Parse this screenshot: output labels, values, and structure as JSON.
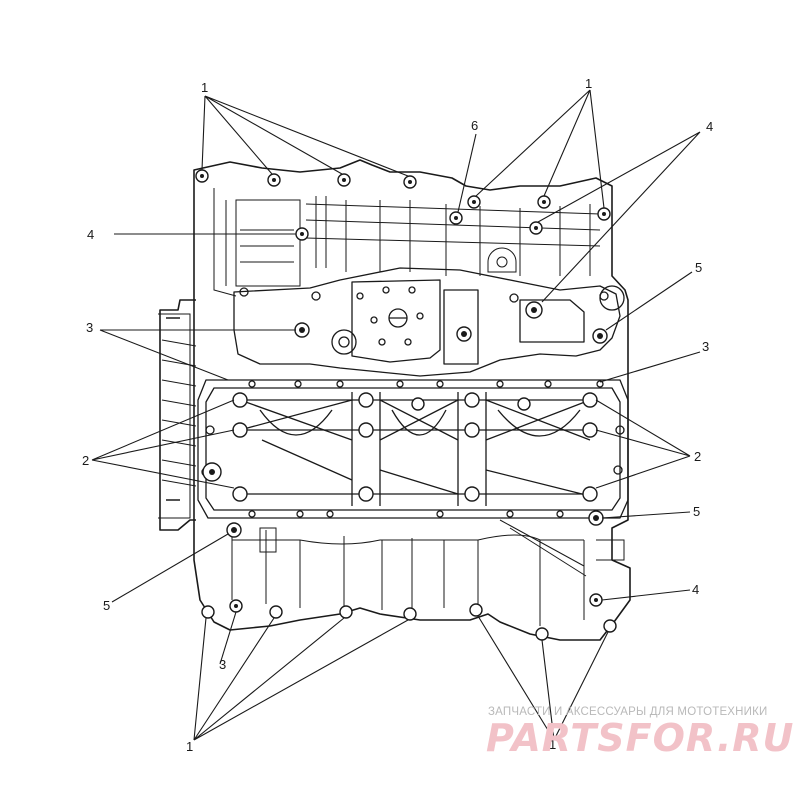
{
  "callouts": {
    "c1_top_left": "1",
    "c1_top_right": "1",
    "c6": "6",
    "c4_top_right": "4",
    "c4_left": "4",
    "c5_right_upper": "5",
    "c3_left": "3",
    "c3_right": "3",
    "c2_left": "2",
    "c2_right": "2",
    "c5_right_lower": "5",
    "c5_left": "5",
    "c4_right_lower": "4",
    "c3_bottom": "3",
    "c1_bottom_left": "1",
    "c1_bottom_right": "1"
  },
  "watermark": {
    "subtitle": "ЗАПЧАСТИ И АКСЕССУАРЫ ДЛЯ МОТОТЕХНИКИ",
    "logo": "PARTSFOR.RU",
    "color": "#e06a7a"
  },
  "colors": {
    "line": "#1a1a1a",
    "background": "#ffffff"
  }
}
